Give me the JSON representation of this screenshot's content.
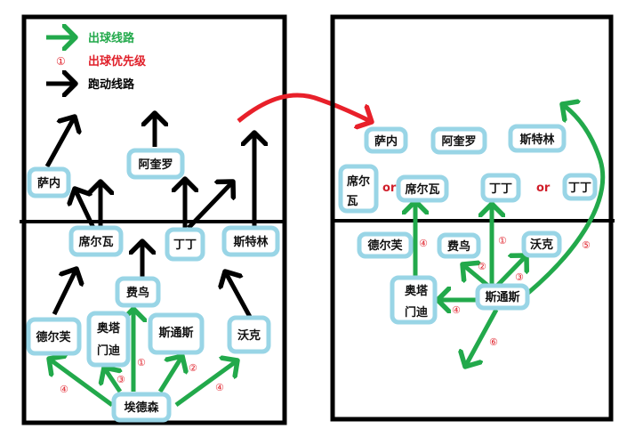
{
  "colors": {
    "pass_route": "#22a94b",
    "priority": "#e0202a",
    "run_route": "#000000",
    "transition": "#e8202a",
    "node_border": "#99d5e6"
  },
  "legend": {
    "pass_route_label": "出球线路",
    "priority_symbol": "①",
    "priority_label": "出球优先级",
    "run_route_label": "跑动线路"
  },
  "left_field": {
    "players": [
      {
        "id": "sane",
        "name": "萨内"
      },
      {
        "id": "aguero",
        "name": "阿奎罗"
      },
      {
        "id": "silva",
        "name": "席尔瓦"
      },
      {
        "id": "dingding",
        "name": "丁丁"
      },
      {
        "id": "sterling",
        "name": "斯特林"
      },
      {
        "id": "fernandinho",
        "name": "费鸟"
      },
      {
        "id": "delph",
        "name": "德尔芙"
      },
      {
        "id": "otamendi",
        "name": "奥塔门迪",
        "lines": [
          "奥塔",
          "门迪"
        ]
      },
      {
        "id": "stones",
        "name": "斯通斯"
      },
      {
        "id": "walker",
        "name": "沃克"
      },
      {
        "id": "ederson",
        "name": "埃德森"
      }
    ],
    "pass_routes": [
      {
        "from": "埃德森",
        "to": "费鸟",
        "priority": "①"
      },
      {
        "from": "埃德森",
        "to": "斯通斯",
        "priority": "②"
      },
      {
        "from": "埃德森",
        "to": "奥塔门迪",
        "priority": "③"
      },
      {
        "from": "埃德森",
        "to": "德尔芙",
        "priority": "④"
      },
      {
        "from": "埃德森",
        "to": "沃克",
        "priority": "④"
      }
    ]
  },
  "right_field": {
    "players": [
      {
        "id": "sane",
        "name": "萨内"
      },
      {
        "id": "aguero",
        "name": "阿奎罗"
      },
      {
        "id": "sterling",
        "name": "斯特林"
      },
      {
        "id": "silva_a",
        "name": "席尔瓦",
        "lines": [
          "席尔",
          "瓦"
        ]
      },
      {
        "id": "silva_b",
        "name": "席尔瓦"
      },
      {
        "id": "dingding_a",
        "name": "丁丁"
      },
      {
        "id": "dingding_b",
        "name": "丁丁"
      },
      {
        "id": "delph",
        "name": "德尔芙"
      },
      {
        "id": "fernandinho",
        "name": "费鸟"
      },
      {
        "id": "walker",
        "name": "沃克"
      },
      {
        "id": "otamendi",
        "name": "奥塔门迪",
        "lines": [
          "奥塔",
          "门迪"
        ]
      },
      {
        "id": "stones",
        "name": "斯通斯"
      }
    ],
    "or_label": "or",
    "pass_routes": [
      {
        "from": "斯通斯",
        "to": "丁丁",
        "priority": "①"
      },
      {
        "from": "斯通斯",
        "to": "费鸟",
        "priority": "②"
      },
      {
        "from": "斯通斯",
        "to": "沃克",
        "priority": "③"
      },
      {
        "from": "斯通斯",
        "to": "奥塔门迪",
        "priority": "④"
      },
      {
        "from": "奥塔门迪",
        "to": "席尔瓦",
        "priority": "④"
      },
      {
        "from": "斯通斯",
        "to": "front-right space",
        "priority": "⑤"
      },
      {
        "from": "斯通斯",
        "to": "back-left space",
        "priority": "⑥"
      }
    ]
  }
}
